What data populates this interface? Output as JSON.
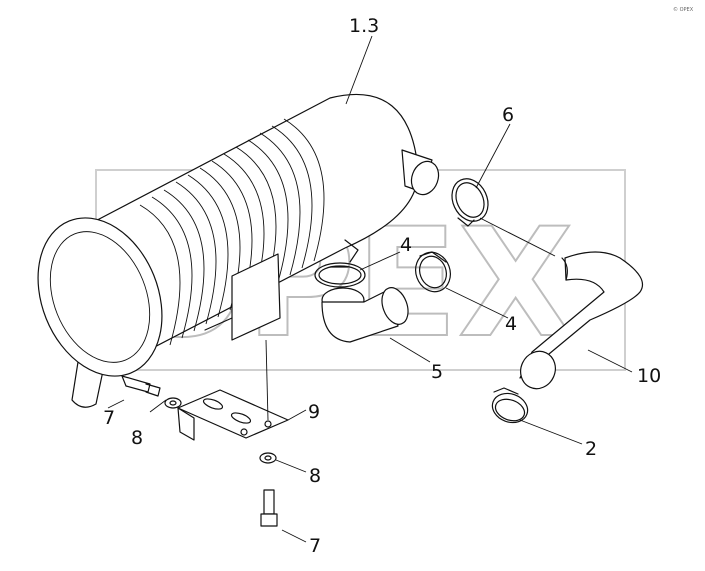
{
  "watermark": "OPEX",
  "corner_mark": "© OPEX",
  "labels": {
    "air_cleaner": "1.3",
    "clamp_top": "6",
    "clamp_upper": "4",
    "clamp_lower": "4",
    "elbow": "5",
    "hose": "10",
    "clamp_hose": "2",
    "bracket": "9",
    "washer_left": "8",
    "washer_bottom": "8",
    "bolt_left": "7",
    "bolt_bottom": "7"
  }
}
